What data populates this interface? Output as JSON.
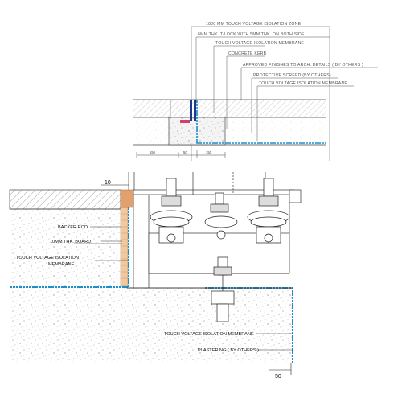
{
  "top_detail": {
    "labels": {
      "zone": "1800 MM TOUCH VOLTAGE ISOLATION ZONE",
      "t_lock": "6MM THK. T-LOCK WITH 5MM THK. ON BOTH SIDE",
      "membrane_1": "TOUCH VOLTAGE ISOLATION MEMBRANE",
      "kerb": "CONCRETE KERB",
      "finishes": "APPROVED FINISHES TO ARCH. DETAILS ( BY OTHERS )",
      "screed": "PROTECTIVE SCREED (BY OTHERS)",
      "membrane_2": "TOUCH VOLTAGE ISOLATION MEMBRANE"
    },
    "dims": {
      "d_left": "150",
      "d_mid": "50",
      "d_right": "150"
    }
  },
  "bottom_detail": {
    "labels": {
      "backer_rod": "BACKER ROD",
      "board": "10MM THK. BOARD",
      "membrane_left_1": "TOUCH VOLTAGE ISOLATION",
      "membrane_left_2": "MEMBRANE",
      "membrane_right": "TOUCH VOLTAGE ISOLATION MEMBRANE",
      "plastering": "PLASTERING ( BY OTHERS )"
    },
    "dims": {
      "gap_top": "10",
      "gap_bottom": "50"
    }
  },
  "colors": {
    "membrane": "#1e8ec8",
    "board": "#e3a06a",
    "line": "#222222",
    "concrete_dots": "#777777"
  }
}
